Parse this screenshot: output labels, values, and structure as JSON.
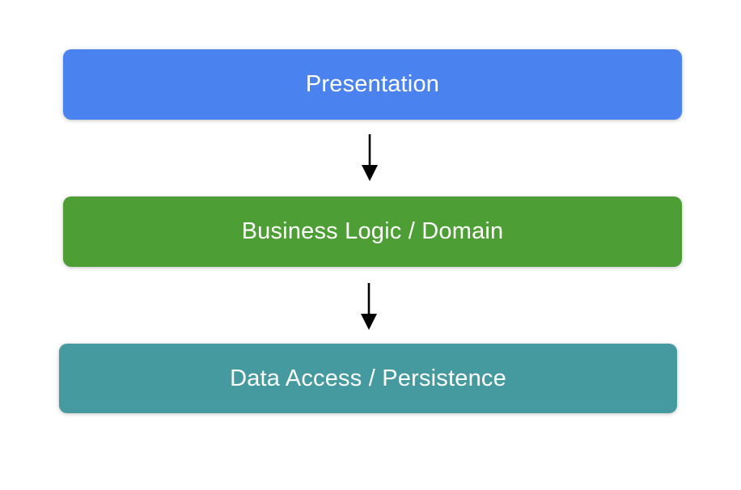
{
  "diagram": {
    "type": "layered-architecture",
    "background_color": "#ffffff",
    "text_color": "#ffffff",
    "arrow_color": "#000000",
    "layers": [
      {
        "label": "Presentation",
        "color": "#4a82f0"
      },
      {
        "label": "Business Logic / Domain",
        "color": "#4d9e34"
      },
      {
        "label": "Data Access / Persistence",
        "color": "#449a9f"
      }
    ],
    "connections": [
      {
        "from": "Presentation",
        "to": "Business Logic / Domain",
        "direction": "down"
      },
      {
        "from": "Business Logic / Domain",
        "to": "Data Access / Persistence",
        "direction": "down"
      }
    ]
  }
}
